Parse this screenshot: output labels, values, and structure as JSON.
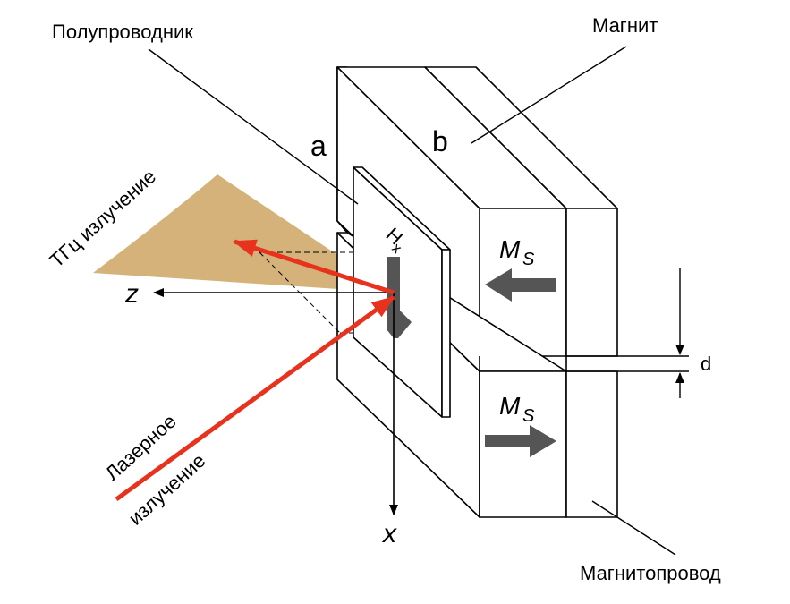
{
  "labels": {
    "semiconductor": "Полупроводник",
    "magnet": "Магнит",
    "magnetic_circuit": "Магнитопровод",
    "thz_radiation": "ТГц излучение",
    "laser_line1": "Лазерное",
    "laser_line2": "излучение",
    "a": "a",
    "b": "b",
    "d": "d",
    "hx": "H",
    "hx_sub": "x",
    "ms_top": "M",
    "ms_top_sub": "S",
    "ms_bottom": "M",
    "ms_bottom_sub": "S",
    "axis_z": "z",
    "axis_x": "x"
  },
  "colors": {
    "outline": "#000000",
    "thz_beam": "#d4b27a",
    "laser": "#e8321e",
    "field_arrow": "#555555",
    "face": "#ffffff"
  }
}
